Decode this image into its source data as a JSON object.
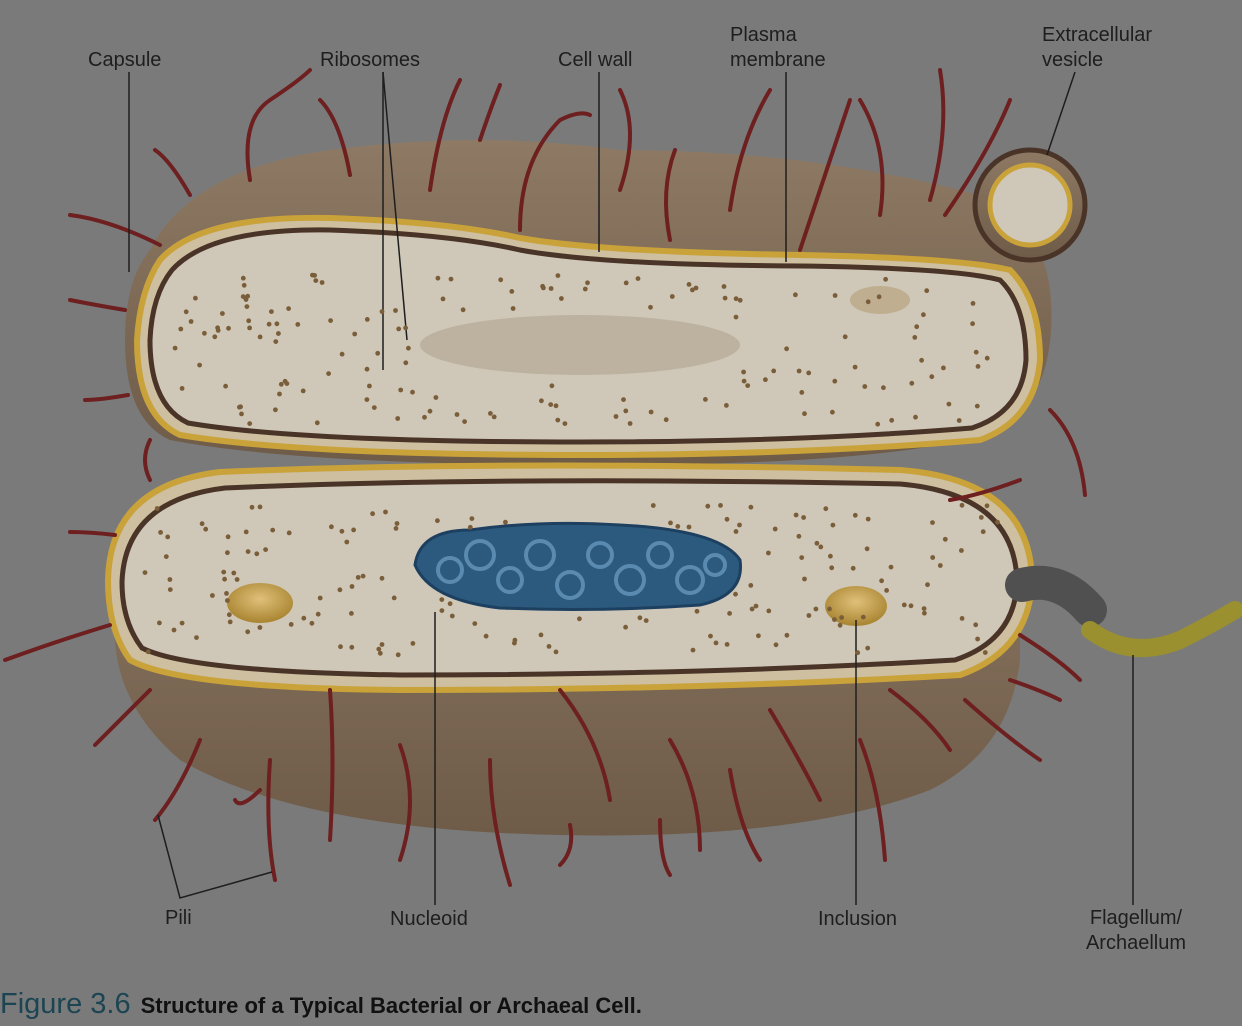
{
  "labels": {
    "capsule": "Capsule",
    "ribosomes": "Ribosomes",
    "cell_wall": "Cell wall",
    "plasma_membrane": [
      "Plasma",
      "membrane"
    ],
    "extracellular_vesicle": [
      "Extracellular",
      "vesicle"
    ],
    "pili": "Pili",
    "nucleoid": "Nucleoid",
    "inclusion": "Inclusion",
    "flagellum": [
      "Flagellum/",
      "Archaellum"
    ]
  },
  "caption": {
    "number": "Figure 3.6",
    "title": "Structure of a Typical Bacterial or Archaeal Cell."
  },
  "colors": {
    "background": "#7a7a7a",
    "capsule": "#8a7560",
    "cell_wall": "#c9a23a",
    "membrane": "#4a3428",
    "cytoplasm": "#cfc7b8",
    "ribosome": "#7a5e3a",
    "pili": "#6e1f1f",
    "nucleoid": "#2c5a7e",
    "inclusion": "#b9923e",
    "flagellum": "#9a9030",
    "hook": "#505050",
    "leader_line": "#1e1e1e"
  }
}
